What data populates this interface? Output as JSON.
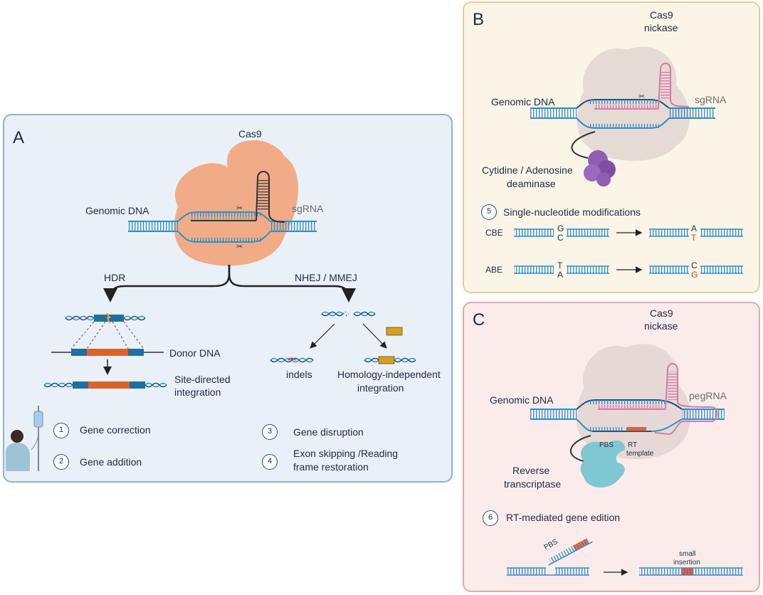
{
  "panelA": {
    "letter": "A",
    "cas9": "Cas9",
    "genomic_dna": "Genomic DNA",
    "sgrna": "sgRNA",
    "hdr": "HDR",
    "nhej": "NHEJ / MMEJ",
    "donor_dna": "Donor DNA",
    "site_directed_1": "Site-directed",
    "site_directed_2": "integration",
    "indels": "indels",
    "homology_1": "Homology-independent",
    "homology_2": "integration",
    "items": [
      {
        "num": "1",
        "label": "Gene  correction"
      },
      {
        "num": "2",
        "label": "Gene  addition"
      },
      {
        "num": "3",
        "label": "Gene  disruption"
      },
      {
        "num": "4",
        "label_1": "Exon skipping /Reading",
        "label_2": "frame restoration"
      }
    ]
  },
  "panelB": {
    "letter": "B",
    "cas9_1": "Cas9",
    "cas9_2": "nickase",
    "genomic_dna": "Genomic DNA",
    "sgrna": "sgRNA",
    "deaminase_1": "Cytidine / Adenosine",
    "deaminase_2": "deaminase",
    "item_num": "5",
    "item_label": "Single-nucleotide modifications",
    "cbe": {
      "label": "CBE",
      "before_top": "G",
      "before_bottom": "C",
      "after_top": "A",
      "after_bottom": "T"
    },
    "abe": {
      "label": "ABE",
      "before_top": "T",
      "before_bottom": "A",
      "after_top": "C",
      "after_bottom": "G"
    }
  },
  "panelC": {
    "letter": "C",
    "cas9_1": "Cas9",
    "cas9_2": "nickase",
    "genomic_dna": "Genomic DNA",
    "pegrna": "pegRNA",
    "pbs": "PBS",
    "rt_1": "RT",
    "rt_2": "template",
    "rt_enzyme_1": "Reverse",
    "rt_enzyme_2": "transcriptase",
    "item_num": "6",
    "item_label": "RT-mediated gene edition",
    "pbs_small": "PBS",
    "small_insertion_1": "small",
    "small_insertion_2": "insertion"
  },
  "colors": {
    "dna_blue": "#2e8fc9",
    "dna_dark": "#1f4f7a",
    "cas9_orange": "#f2a37a",
    "cas9_nickase": "#e3d7d3",
    "rna_pink": "#d67aa8",
    "deaminase_purple": "#8e5db4",
    "rt_teal": "#7fc7d3",
    "edit_red": "#d0451f",
    "donor_orange": "#d9642a",
    "integration_gold": "#d4a022"
  }
}
